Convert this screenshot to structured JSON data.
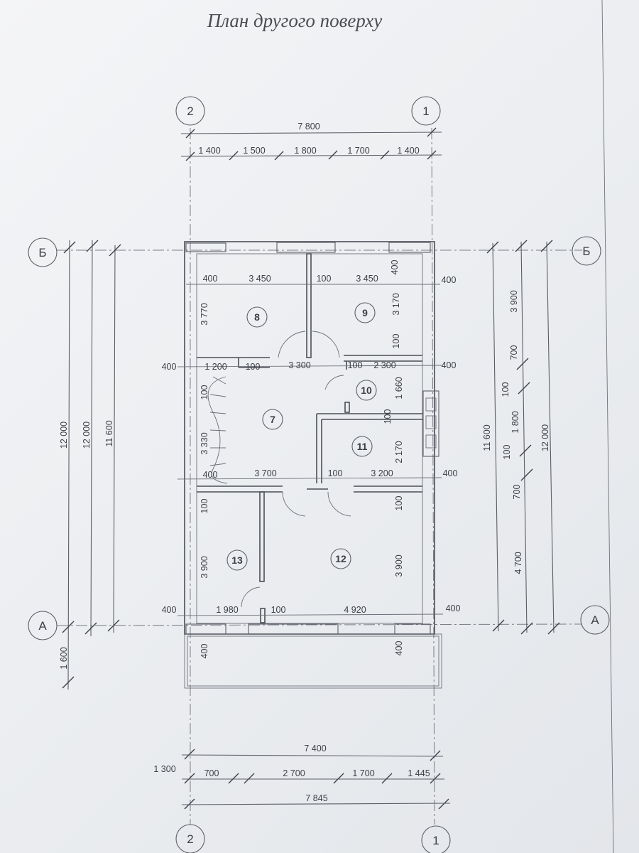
{
  "title": "План другого поверху",
  "axes": {
    "col2": "2",
    "col1": "1",
    "rowB": "Б",
    "rowA": "А"
  },
  "rooms": [
    "8",
    "9",
    "10",
    "7",
    "11",
    "13",
    "12"
  ],
  "dims": {
    "top_total": "7 800",
    "top_1": "1 400",
    "top_2": "1 500",
    "top_3": "1 800",
    "top_4": "1 700",
    "top_5": "1 400",
    "r1_a": "400",
    "r1_b": "3 450",
    "r1_c": "100",
    "r1_d": "3 450",
    "r1_e": "400",
    "r1_f": "400",
    "v_3770": "3 770",
    "v_3170": "3 170",
    "v_100a": "100",
    "r2_a": "400",
    "r2_b": "1 200",
    "r2_c": "100",
    "r2_d": "3 300",
    "r2_e": "100",
    "r2_f": "2 300",
    "r2_g": "400",
    "v_100b": "100",
    "v_3330": "3 330",
    "v_1660": "1 660",
    "v_100c": "100",
    "v_2170": "2 170",
    "r3_a": "400",
    "r3_b": "3 700",
    "r3_c": "100",
    "r3_d": "3 200",
    "r3_e": "400",
    "v_100d": "100",
    "v_100e": "100",
    "v_3900a": "3 900",
    "v_3900b": "3 900",
    "r4_a": "400",
    "r4_b": "1 980",
    "r4_c": "100",
    "r4_d": "4 920",
    "r4_e": "400",
    "v_400a": "400",
    "v_400b": "400",
    "left_12000a": "12 000",
    "left_12000b": "12 000",
    "left_11600": "11 600",
    "left_1600": "1 600",
    "right_3900": "3 900",
    "right_700a": "700",
    "right_100a": "100",
    "right_1800": "1 800",
    "right_100b": "100",
    "right_700b": "700",
    "right_4700": "4 700",
    "right_11600": "11 600",
    "right_12000": "12 000",
    "bot_total1": "7 400",
    "bot_1": "1 300",
    "bot_2": "700",
    "bot_3": "2 700",
    "bot_4": "1 700",
    "bot_5": "1 445",
    "bot_total2": "7 845"
  }
}
